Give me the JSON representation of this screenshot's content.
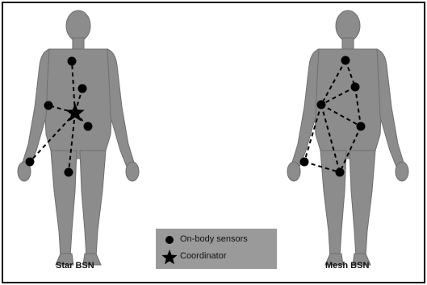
{
  "captions": {
    "left": "Star BSN",
    "right": "Mesh BSN"
  },
  "legend": {
    "sensor_label": "On-body sensors",
    "coordinator_label": "Coordinator"
  },
  "colors": {
    "body": "#8c8c8c",
    "body_outline": "#6e6e6e",
    "node": "#000000",
    "link": "#000000",
    "legend_bg": "#9a9a9a"
  },
  "icons": {
    "sensor": "filled-circle-icon",
    "coordinator": "star-icon"
  }
}
